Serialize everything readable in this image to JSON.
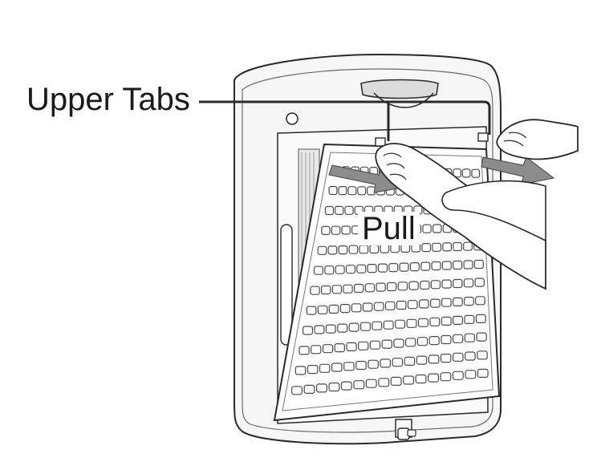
{
  "labels": {
    "upper_tabs": "Upper Tabs",
    "pull": "Pull"
  },
  "colors": {
    "line": "#2a2a2a",
    "body_fill": "#f6f6f6",
    "panel_fill": "#ffffff",
    "vent_stroke": "#4a4a4a",
    "arrow_fill": "#8c8c8c"
  },
  "grille": {
    "rows": 12
  }
}
